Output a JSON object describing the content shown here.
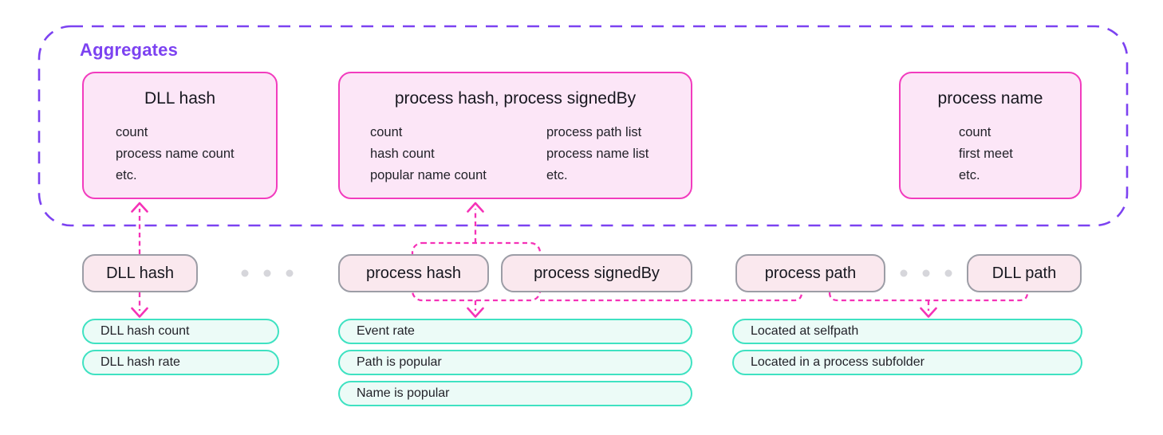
{
  "colors": {
    "purple": "#7C42F1",
    "magenta": "#F532B7",
    "agg-border": "#F23CBE",
    "agg-fill": "#FCE6F7",
    "chip-border": "#9C9DA6",
    "chip-fill": "#FAE8EE",
    "rule-border": "#3FE2C2",
    "rule-fill": "#ECFBF7",
    "dot": "#D6D6DB",
    "text": "#17171F",
    "item-text": "#222229"
  },
  "aggregates": {
    "label": "Aggregates",
    "boxes": [
      {
        "title": "DLL hash",
        "items": [
          "count",
          "process name count",
          "etc."
        ]
      },
      {
        "title": "process hash, process signedBy",
        "items_left": [
          "count",
          "hash count",
          "popular name count"
        ],
        "items_right": [
          "process path list",
          "process name list",
          "etc."
        ]
      },
      {
        "title": "process name",
        "items": [
          "count",
          "first meet",
          "etc."
        ]
      }
    ]
  },
  "field_chips": [
    "DLL hash",
    "process hash",
    "process signedBy",
    "process path",
    "DLL path"
  ],
  "rules": {
    "left": [
      "DLL hash count",
      "DLL hash rate"
    ],
    "middle": [
      "Event rate",
      "Path is popular",
      "Name is popular"
    ],
    "right": [
      "Located at selfpath",
      "Located in a process subfolder"
    ]
  },
  "icons": {
    "ellipsis": "three-dots-separator",
    "arrow": "dashed-chevron-arrow"
  }
}
